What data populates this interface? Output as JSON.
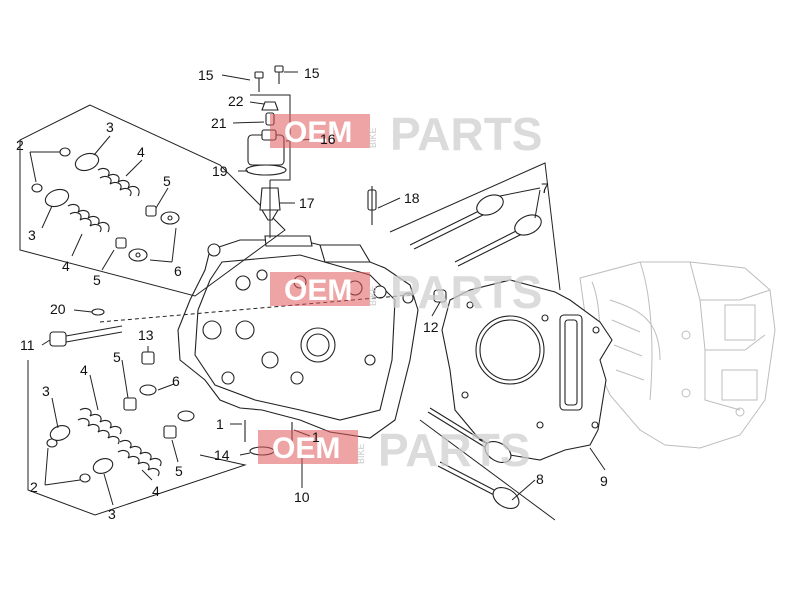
{
  "diagram": {
    "callouts": [
      {
        "id": "c15a",
        "label": "15"
      },
      {
        "id": "c15b",
        "label": "15"
      },
      {
        "id": "c22",
        "label": "22"
      },
      {
        "id": "c21",
        "label": "21"
      },
      {
        "id": "c16",
        "label": "16"
      },
      {
        "id": "c19",
        "label": "19"
      },
      {
        "id": "c17",
        "label": "17"
      },
      {
        "id": "c18",
        "label": "18"
      },
      {
        "id": "c7",
        "label": "7"
      },
      {
        "id": "c2a",
        "label": "2"
      },
      {
        "id": "c3a",
        "label": "3"
      },
      {
        "id": "c4a",
        "label": "4"
      },
      {
        "id": "c5a",
        "label": "5"
      },
      {
        "id": "c3b",
        "label": "3"
      },
      {
        "id": "c4b",
        "label": "4"
      },
      {
        "id": "c5b",
        "label": "5"
      },
      {
        "id": "c6a",
        "label": "6"
      },
      {
        "id": "c20",
        "label": "20"
      },
      {
        "id": "c11",
        "label": "11"
      },
      {
        "id": "c13",
        "label": "13"
      },
      {
        "id": "c12",
        "label": "12"
      },
      {
        "id": "c5c",
        "label": "5"
      },
      {
        "id": "c4c",
        "label": "4"
      },
      {
        "id": "c6b",
        "label": "6"
      },
      {
        "id": "c3c",
        "label": "3"
      },
      {
        "id": "c1a",
        "label": "1"
      },
      {
        "id": "c1b",
        "label": "1"
      },
      {
        "id": "c14",
        "label": "14"
      },
      {
        "id": "c5d",
        "label": "5"
      },
      {
        "id": "c2b",
        "label": "2"
      },
      {
        "id": "c4d",
        "label": "4"
      },
      {
        "id": "c3d",
        "label": "3"
      },
      {
        "id": "c10",
        "label": "10"
      },
      {
        "id": "c8",
        "label": "8"
      },
      {
        "id": "c9",
        "label": "9"
      }
    ]
  },
  "watermark": {
    "brand_a": "OEM",
    "brand_b": "BIKE",
    "brand_c": "PARTS"
  },
  "colors": {
    "line": "#222222",
    "ghost_part": "#bdbdbd",
    "watermark_red": "#e05a5a"
  }
}
